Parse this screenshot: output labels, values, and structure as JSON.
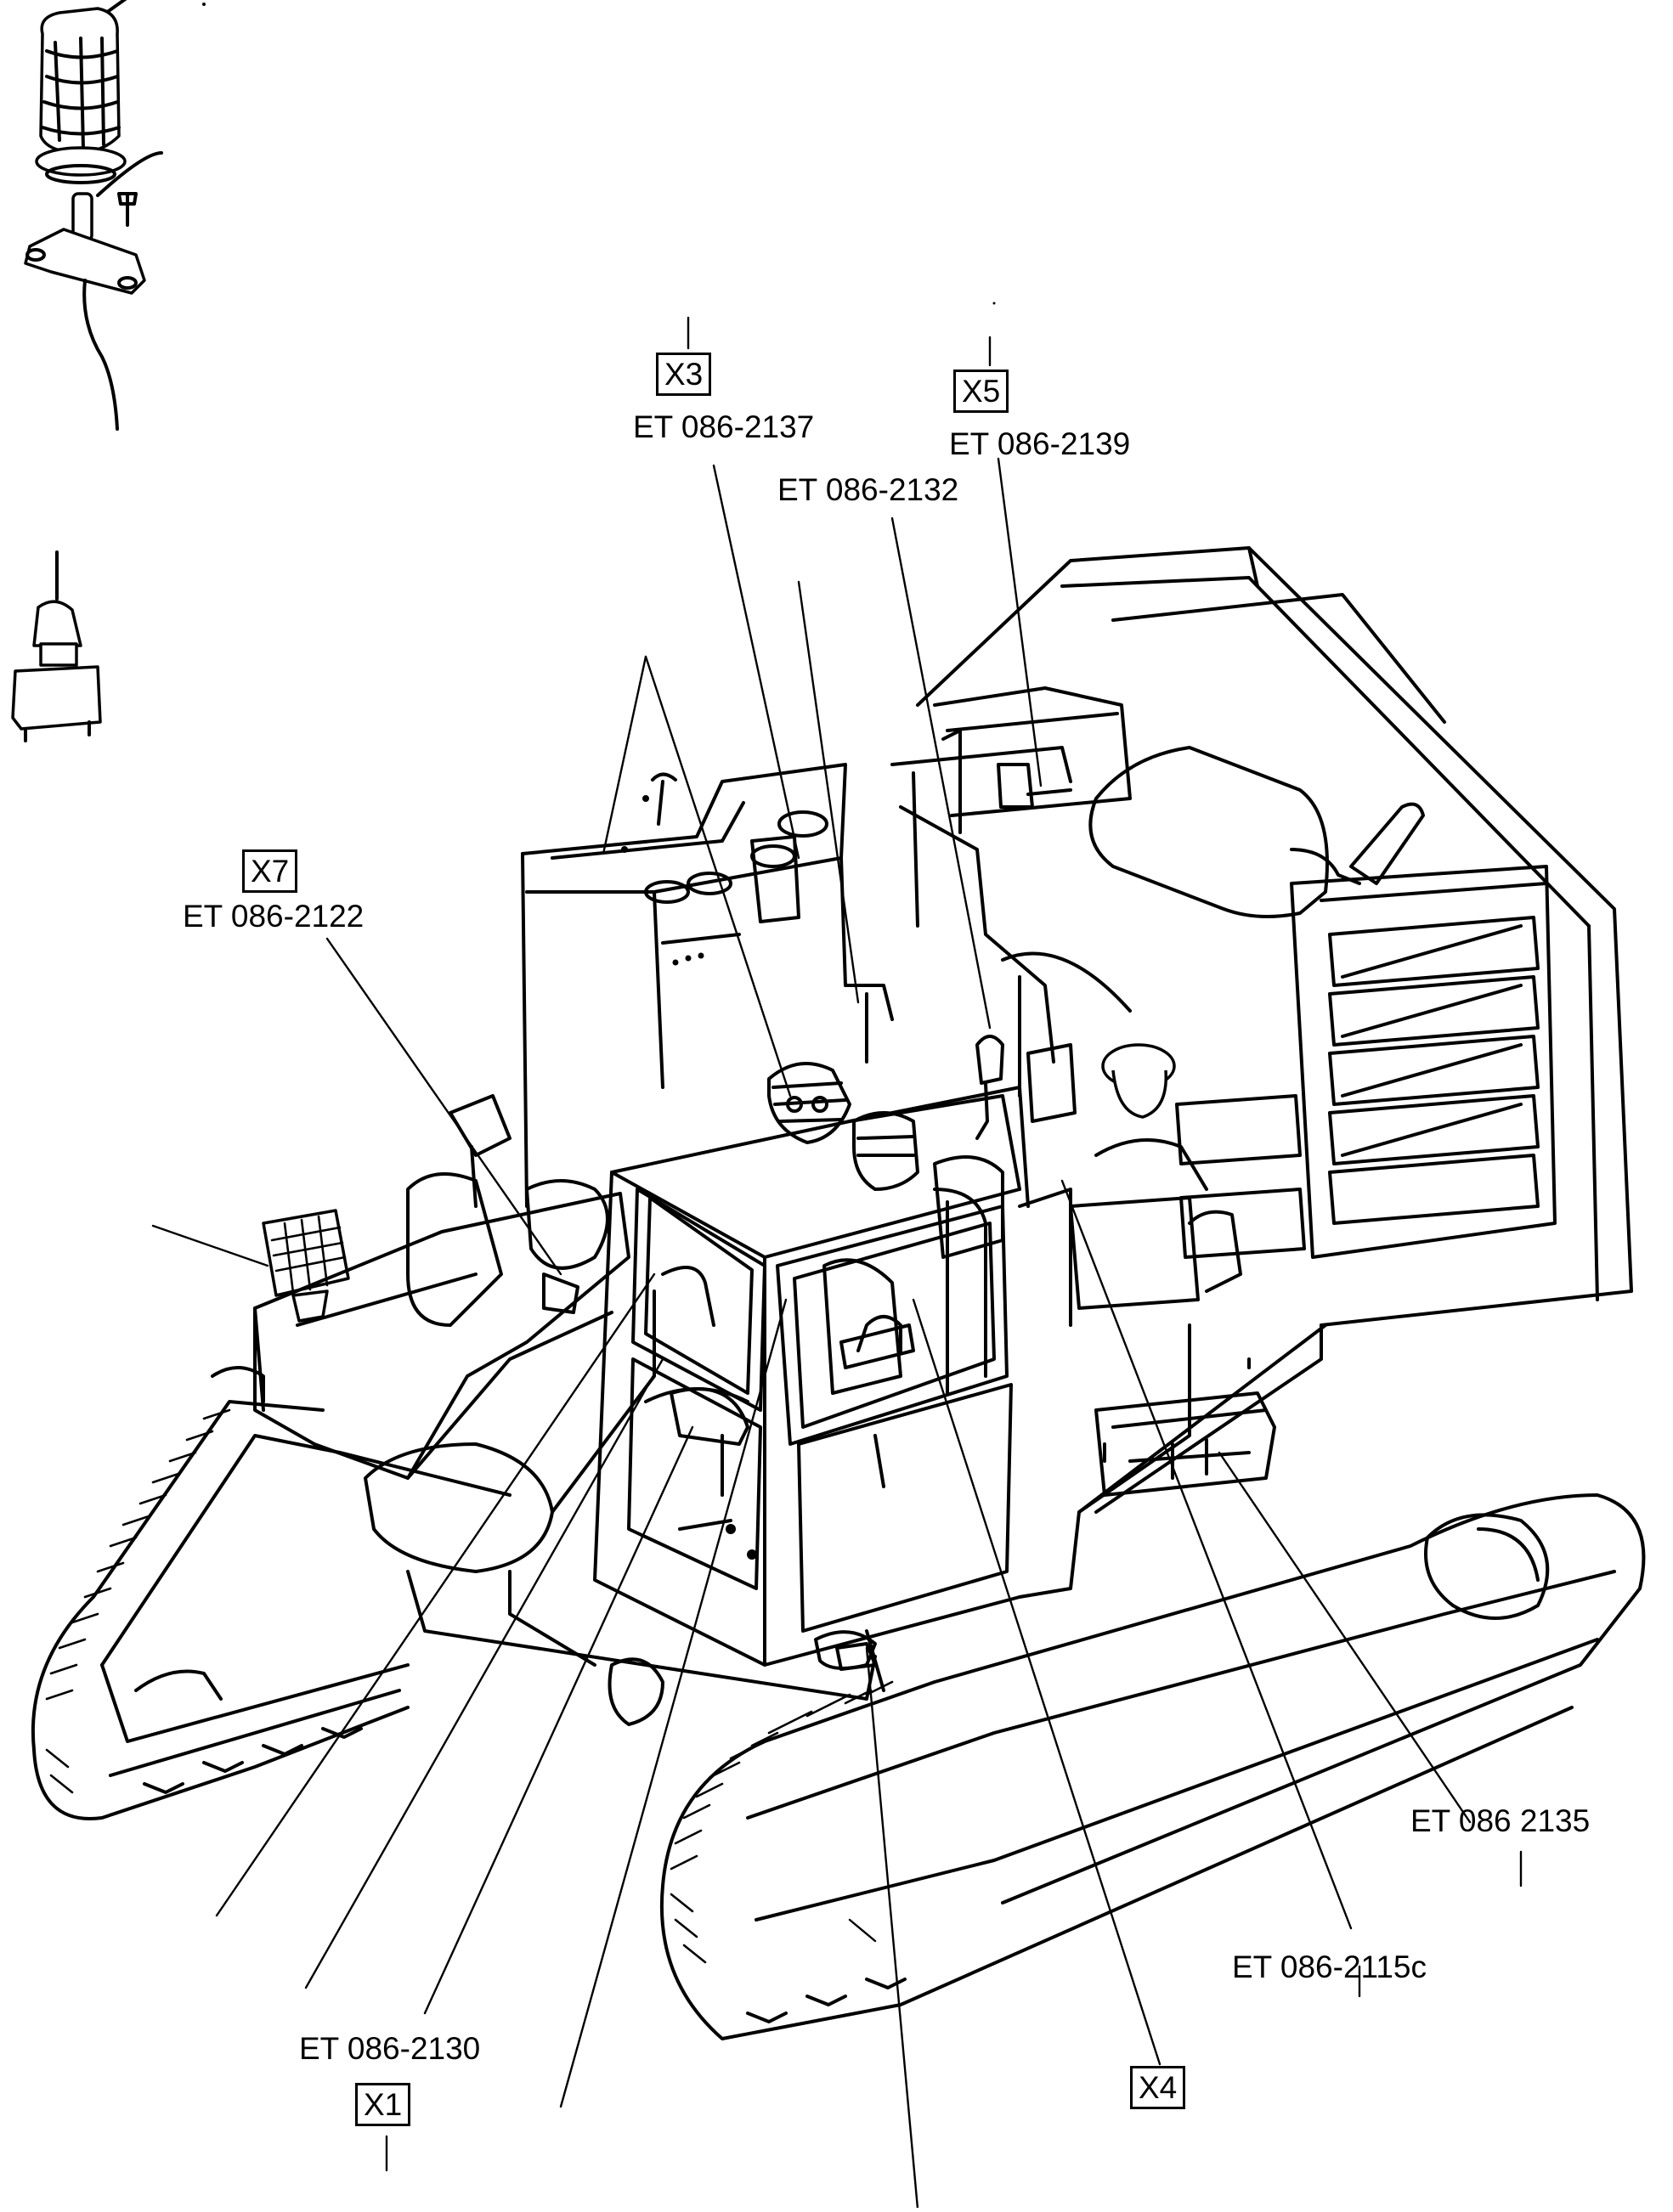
{
  "labels": {
    "x3": "X3",
    "x5": "X5",
    "x7": "X7",
    "x1": "X1",
    "x4": "X4",
    "et_2137": "ET 086-2137",
    "et_2139": "ET 086-2139",
    "et_2132": "ET 086-2132",
    "et_2122": "ET 086-2122",
    "et_2130": "ET 086-2130",
    "et_2135": "ET 086 2135",
    "et_2115c": "ET 086-2115c"
  },
  "icons": {
    "beacon": "rotating-beacon-lamp-icon",
    "switch": "toggle-switch-icon",
    "work_light": "work-light-icon"
  },
  "colors": {
    "ink": "#000000",
    "paper": "#ffffff"
  }
}
